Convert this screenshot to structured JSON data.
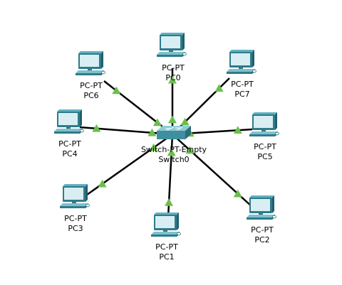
{
  "switch": {
    "model": "Switch-PT-Empty",
    "name": "Switch0",
    "icon": "switch-icon"
  },
  "pcs": [
    {
      "id": "pc0",
      "model": "PC-PT",
      "name": "PC0",
      "icon": "pc-icon"
    },
    {
      "id": "pc1",
      "model": "PC-PT",
      "name": "PC1",
      "icon": "pc-icon"
    },
    {
      "id": "pc2",
      "model": "PC-PT",
      "name": "PC2",
      "icon": "pc-icon"
    },
    {
      "id": "pc3",
      "model": "PC-PT",
      "name": "PC3",
      "icon": "pc-icon"
    },
    {
      "id": "pc4",
      "model": "PC-PT",
      "name": "PC4",
      "icon": "pc-icon"
    },
    {
      "id": "pc5",
      "model": "PC-PT",
      "name": "PC5",
      "icon": "pc-icon"
    },
    {
      "id": "pc6",
      "model": "PC-PT",
      "name": "PC6",
      "icon": "pc-icon"
    },
    {
      "id": "pc7",
      "model": "PC-PT",
      "name": "PC7",
      "icon": "pc-icon"
    }
  ],
  "links": [
    {
      "from": "switch",
      "to": "pc0",
      "status": "up"
    },
    {
      "from": "switch",
      "to": "pc1",
      "status": "up"
    },
    {
      "from": "switch",
      "to": "pc2",
      "status": "up"
    },
    {
      "from": "switch",
      "to": "pc3",
      "status": "up"
    },
    {
      "from": "switch",
      "to": "pc4",
      "status": "up"
    },
    {
      "from": "switch",
      "to": "pc5",
      "status": "up"
    },
    {
      "from": "switch",
      "to": "pc6",
      "status": "up"
    },
    {
      "from": "switch",
      "to": "pc7",
      "status": "up"
    }
  ],
  "colors": {
    "link": "#000000",
    "link_up": "#6abf4b",
    "pc_body": "#3f8f9e",
    "pc_screen": "#d9eef3",
    "switch_body": "#4a97a8"
  }
}
